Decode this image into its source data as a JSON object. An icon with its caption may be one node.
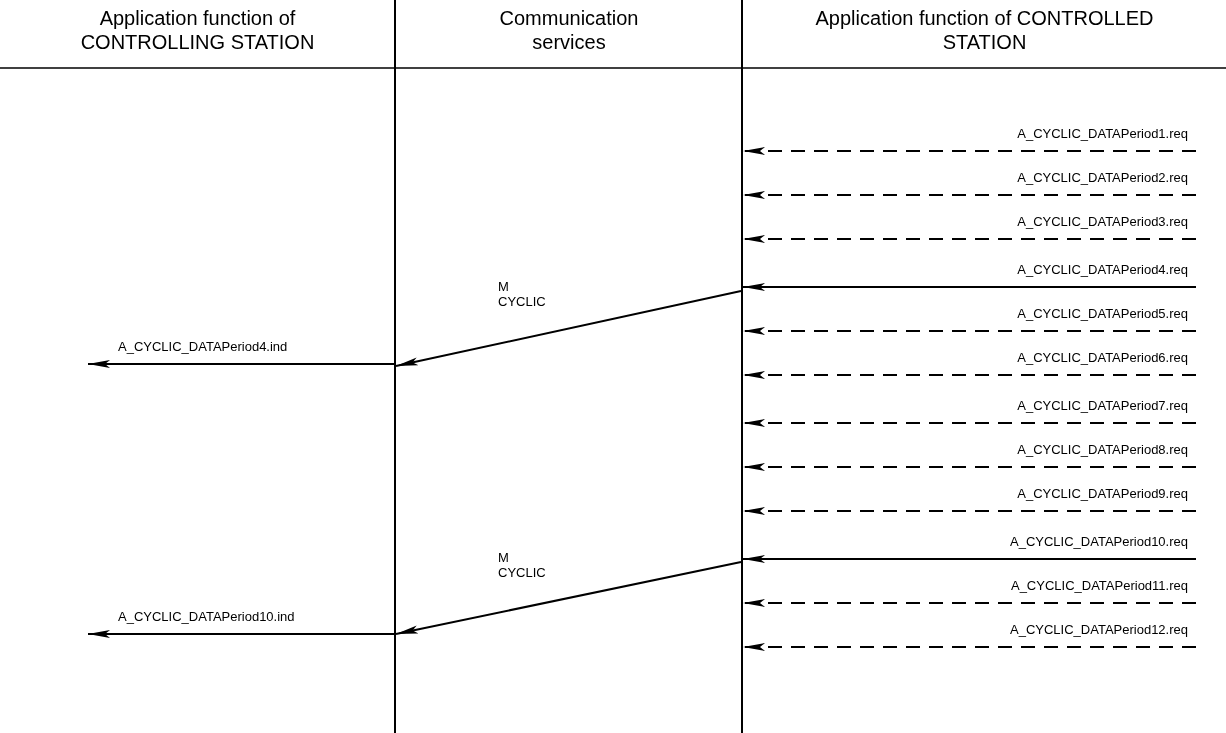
{
  "diagram": {
    "nodes": [
      {
        "text": [
          "Application function of CONTROLLING STATION"
        ]
      },
      {
        "text": [
          "Communication services"
        ]
      },
      {
        "text": [
          "Application function of CONTROLLED STATION"
        ]
      },
      {
        "text": [],
        "shape": "bar"
      },
      {
        "text": [],
        "shape": "bar"
      }
    ],
    "edges": [
      {
        "from": null,
        "to": 4,
        "arrow": "to",
        "style": "dashed",
        "label": "A_CYCLIC_DATAPeriod1.req"
      },
      {
        "from": null,
        "to": 4,
        "arrow": "to",
        "style": "dashed",
        "label": "A_CYCLIC_DATAPeriod2.req"
      },
      {
        "from": null,
        "to": 4,
        "arrow": "to",
        "style": "dashed",
        "label": "A_CYCLIC_DATAPeriod3.req"
      },
      {
        "from": null,
        "to": 4,
        "arrow": "to",
        "label": "A_CYCLIC_DATAPeriod4.req"
      },
      {
        "from": 4,
        "to": 3,
        "arrow": "to",
        "label": "M CYCLIC"
      },
      {
        "from": 3,
        "to": null,
        "arrow": "to",
        "label": "A_CYCLIC_DATAPeriod4.ind"
      },
      {
        "from": null,
        "to": 4,
        "arrow": "to",
        "style": "dashed",
        "label": "A_CYCLIC_DATAPeriod5.req"
      },
      {
        "from": null,
        "to": 4,
        "arrow": "to",
        "style": "dashed",
        "label": "A_CYCLIC_DATAPeriod6.req"
      },
      {
        "from": null,
        "to": 4,
        "arrow": "to",
        "style": "dashed",
        "label": "A_CYCLIC_DATAPeriod7.req"
      },
      {
        "from": null,
        "to": 4,
        "arrow": "to",
        "style": "dashed",
        "label": "A_CYCLIC_DATAPeriod8.req"
      },
      {
        "from": null,
        "to": 4,
        "arrow": "to",
        "style": "dashed",
        "label": "A_CYCLIC_DATAPeriod9.req"
      },
      {
        "from": null,
        "to": 4,
        "arrow": "to",
        "label": "A_CYCLIC_DATAPeriod10.req"
      },
      {
        "from": 4,
        "to": 3,
        "arrow": "to",
        "label": "M CYCLIC"
      },
      {
        "from": 3,
        "to": null,
        "arrow": "to",
        "label": "A_CYCLIC_DATAPeriod10.ind"
      },
      {
        "from": null,
        "to": 4,
        "arrow": "to",
        "style": "dashed",
        "label": "A_CYCLIC_DATAPeriod11.req"
      },
      {
        "from": null,
        "to": 4,
        "arrow": "to",
        "style": "dashed",
        "label": "A_CYCLIC_DATAPeriod12.req"
      }
    ]
  }
}
